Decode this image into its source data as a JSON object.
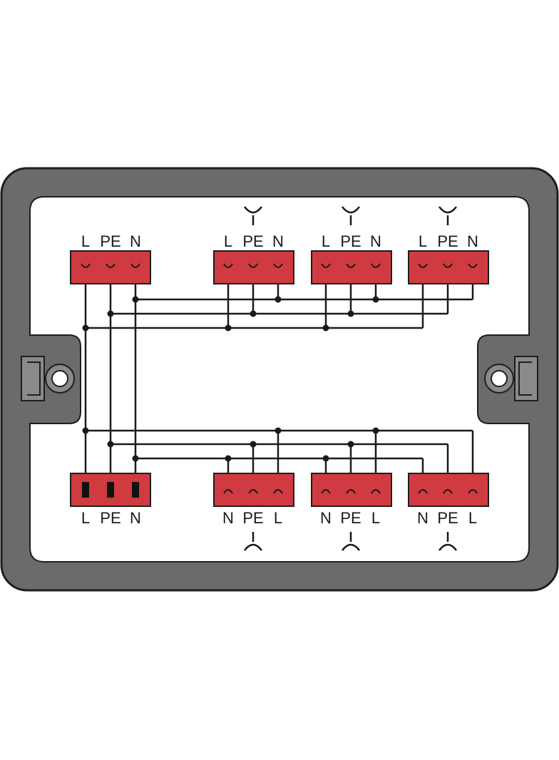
{
  "colors": {
    "housing": "#6b6b6c",
    "housing_outline": "#1e1e1e",
    "panel": "#ffffff",
    "connector": "#cf3b40",
    "wire": "#1a1a1a"
  },
  "input_connector": {
    "top_labels": [
      "L",
      "PE",
      "N"
    ],
    "bottom_labels": [
      "L",
      "PE",
      "N"
    ]
  },
  "output_connectors_top": [
    {
      "labels": [
        "L",
        "PE",
        "N"
      ],
      "symbol": "socket-icon"
    },
    {
      "labels": [
        "L",
        "PE",
        "N"
      ],
      "symbol": "socket-icon"
    },
    {
      "labels": [
        "L",
        "PE",
        "N"
      ],
      "symbol": "socket-icon"
    }
  ],
  "output_connectors_bottom": [
    {
      "labels": [
        "N",
        "PE",
        "L"
      ],
      "symbol": "plug-icon"
    },
    {
      "labels": [
        "N",
        "PE",
        "L"
      ],
      "symbol": "plug-icon"
    },
    {
      "labels": [
        "N",
        "PE",
        "L"
      ],
      "symbol": "plug-icon"
    }
  ]
}
